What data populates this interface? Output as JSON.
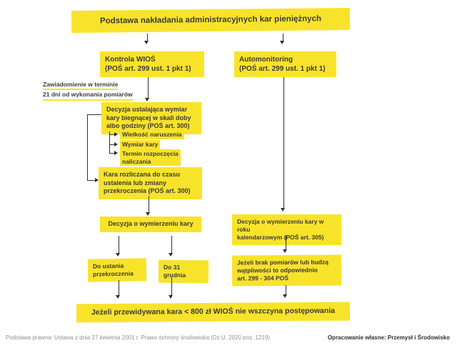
{
  "title": "Podstawa nakładania administracyjnych kar pieniężnych",
  "colors": {
    "highlight_yellow": "#F8E32B",
    "text": "#3B3B3B",
    "arrow": "#2E2E2E"
  },
  "flowchart": {
    "left": {
      "header": "Kontrola WIOŚ\n(POŚ art. 299 ust. 1 pkt 1)",
      "notice_line1": "Zawiadomienie w terminie",
      "notice_line2": "21 dni od wykonania pomiarów",
      "decision_daily": "Decyzja ustalająca wymiar\nkary biegnącej w skali doby\nalbo godziny (POŚ art. 300)",
      "subitems": [
        "Wielkość naruszenia",
        "Wymiar kary",
        "Termin rozpoczęcia\nnaliczania"
      ],
      "settlement": "Kara rozliczana do czasu\nustalenia lub zmiany\nprzekroczenia (POŚ art. 300)",
      "decision_final": "Decyzja o wymierzeniu kary",
      "until_end": "Do ustania\nprzekroczenia",
      "until_dec31": "Do 31 grudnia"
    },
    "right": {
      "header": "Automonitoring\n(POŚ art. 299 ust. 1 pkt 1)",
      "decision_yearly": "Decyzja o wymierzeniu kary w roku\nkalendarzowym (POŚ art. 305)",
      "fallback": "Jeżeli brak pomiarów lub budzą\nwątpliwości to odpowiednio\nart. 299 - 304 POŚ"
    },
    "bottom_rule": "Jeżeli przewidywana kara < 800 zł WIOŚ nie wszczyna postępowania"
  },
  "footer": {
    "legal_basis": "Podstawa prawna: Ustawa z dnia 27 kwietnia 2001 r. Prawo ochrony środowiska (Dz.U. 2020 poz. 1219)",
    "credit": "Opracowanie własne: Przemysł i Środowisko"
  }
}
